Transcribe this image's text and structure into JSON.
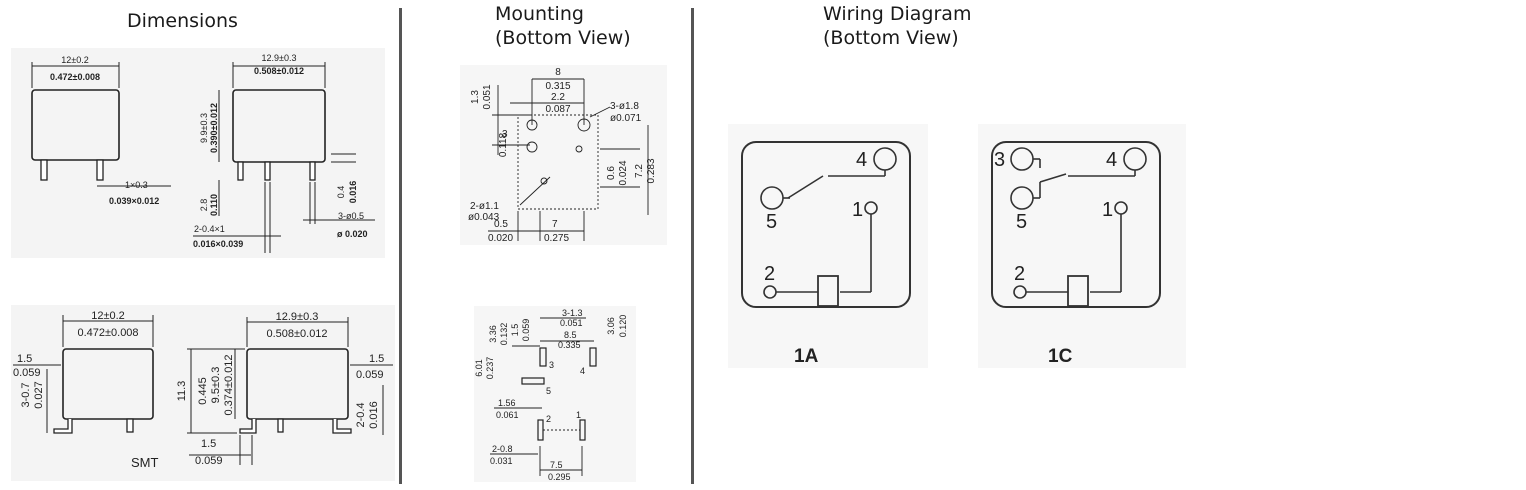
{
  "headings": {
    "dimensions": "Dimensions",
    "mounting_line1": "Mounting",
    "mounting_line2": "(Bottom View)",
    "wiring_line1": "Wiring Diagram",
    "wiring_line2": "(Bottom View)"
  },
  "dim_top": {
    "front_width_mm": "12±0.2",
    "front_width_in": "0.472±0.008",
    "front_pin_mm": "1×0.3",
    "front_pin_in": "0.039×0.012",
    "side_width_mm": "12.9±0.3",
    "side_width_in": "0.508±0.012",
    "height_mm": "9.9±0.3",
    "height_in": "0.390±0.012",
    "pin_len_mm": "2.8",
    "pin_len_in": "0.110",
    "pin_size_mm": "2-0.4×1",
    "pin_size_in": "0.016×0.039",
    "pin_thk_mm": "0.4",
    "pin_thk_in": "0.016",
    "pin_dia_mm": "3-ø0.5",
    "pin_dia_in": "ø 0.020"
  },
  "dim_smt": {
    "front_width_mm": "12±0.2",
    "front_width_in": "0.472±0.008",
    "left_off_mm": "1.5",
    "left_off_in": "0.059",
    "left_pin_mm": "3-0.7",
    "left_pin_in": "0.027",
    "side_width_mm": "12.9±0.3",
    "side_width_in": "0.508±0.012",
    "total_h_mm": "11.3",
    "total_h_in": "0.445",
    "body_h_mm": "9.5±0.3",
    "body_h_in": "0.374±0.012",
    "right_off_mm": "1.5",
    "right_off_in": "0.059",
    "right_pin_mm": "2-0.4",
    "right_pin_in": "0.016",
    "bottom_off_mm": "1.5",
    "bottom_off_in": "0.059",
    "smt_label": "SMT"
  },
  "mount_top": {
    "w_mm": "8",
    "w_in": "0.315",
    "a_mm": "2.2",
    "a_in": "0.087",
    "t_mm": "1.3",
    "t_in": "0.051",
    "b_mm": "3",
    "b_in": "0.118",
    "hole3_mm": "3-ø1.8",
    "hole3_in": "ø0.071",
    "c_mm": "0.6",
    "c_in": "0.024",
    "h_mm": "7.2",
    "h_in": "0.283",
    "hole2_mm": "2-ø1.1",
    "hole2_in": "ø0.043",
    "d_mm": "0.5",
    "d_in": "0.020",
    "e_mm": "7",
    "e_in": "0.275"
  },
  "mount_smt": {
    "a_mm": "3-1.3",
    "a_in": "0.051",
    "b_mm": "8.5",
    "b_in": "0.335",
    "c_mm": "3.36",
    "c_in": "0.132",
    "d_mm": "1.5",
    "d_in": "0.059",
    "e_mm": "3.06",
    "e_in": "0.120",
    "f_mm": "6.01",
    "f_in": "0.237",
    "g_mm": "1.56",
    "g_in": "0.061",
    "h_mm": "2-0.8",
    "h_in": "0.031",
    "i_mm": "7.5",
    "i_in": "0.295",
    "pin3": "3",
    "pin4": "4",
    "pin5": "5",
    "pin2": "2",
    "pin1": "1"
  },
  "wiring": {
    "a": {
      "pin4": "4",
      "pin5": "5",
      "pin1": "1",
      "pin2": "2",
      "caption": "1A"
    },
    "c": {
      "pin3": "3",
      "pin4": "4",
      "pin5": "5",
      "pin1": "1",
      "pin2": "2",
      "caption": "1C"
    }
  }
}
